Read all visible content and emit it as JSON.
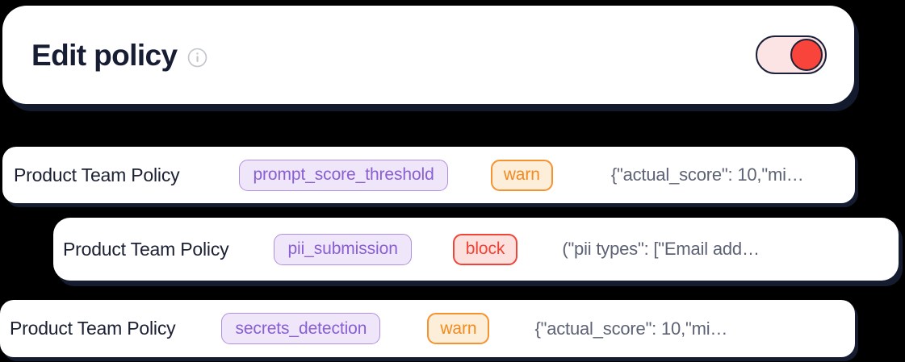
{
  "header": {
    "title": "Edit policy",
    "info_icon": "info-circle-icon",
    "toggle": {
      "name": "policy-enabled-toggle",
      "state": "on",
      "track_color": "#fde4e4",
      "knob_color": "#f8443b",
      "border_color": "#1b2138"
    }
  },
  "colors": {
    "background": "#000000",
    "card": "#ffffff",
    "shadow": "#161c30",
    "title": "#171d33",
    "detail_text": "#5d6374",
    "tag_bg": "#efe6fa",
    "tag_border": "#b18fe0",
    "tag_text": "#8a5fd0",
    "warn_bg": "#fdeed9",
    "warn_border": "#f59331",
    "warn_text": "#f28a1f",
    "block_bg": "#fbe0de",
    "block_border": "#ef4438",
    "block_text": "#ee4336"
  },
  "rows": [
    {
      "policy_name": "Product Team Policy",
      "rule_tag": "prompt_score_threshold",
      "action": "warn",
      "action_kind": "warn",
      "detail": "{\"actual_score\": 10,\"mi…"
    },
    {
      "policy_name": "Product Team Policy",
      "rule_tag": "pii_submission",
      "action": "block",
      "action_kind": "block",
      "detail": "(\"pii types\": [\"Email add…"
    },
    {
      "policy_name": "Product Team Policy",
      "rule_tag": "secrets_detection",
      "action": "warn",
      "action_kind": "warn",
      "detail": "{\"actual_score\": 10,\"mi…"
    }
  ]
}
